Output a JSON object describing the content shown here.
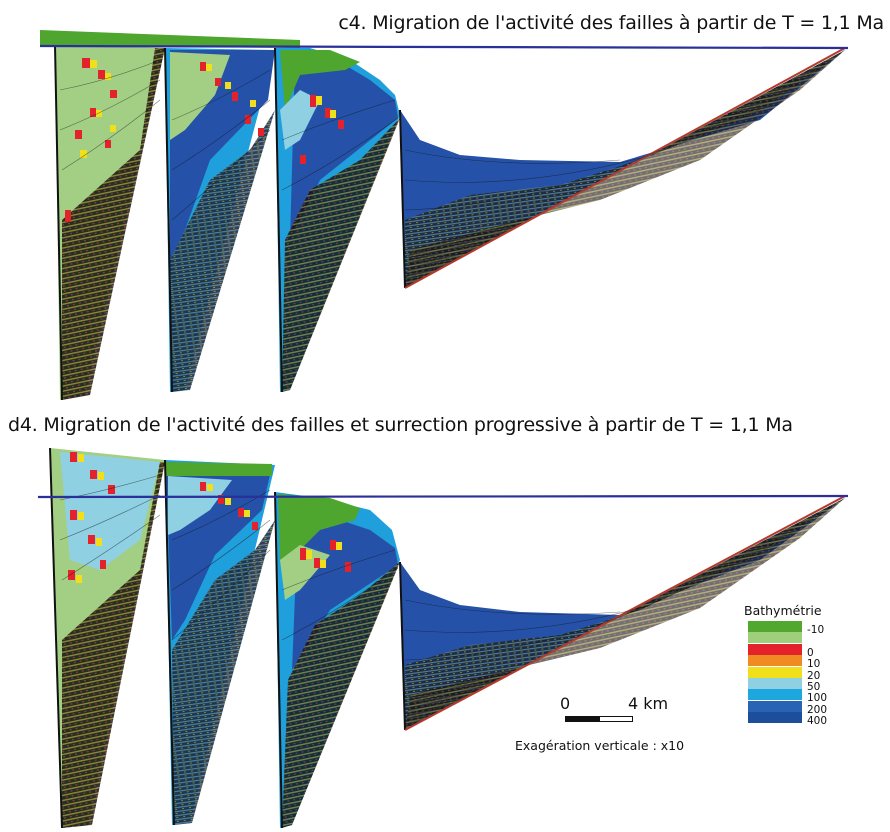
{
  "panels": [
    {
      "id": "c4",
      "title": "c4. Migration de l'activité des failles à partir de  T = 1,1 Ma"
    },
    {
      "id": "d4",
      "title": "d4. Migration de l'activité des failles et surrection progressive à partir de  T = 1,1 Ma"
    }
  ],
  "legend": {
    "title": "Bathymétrie",
    "items": [
      {
        "label": "-10",
        "color": "#52a82e"
      },
      {
        "label": "",
        "color": "#9fcf7b"
      },
      {
        "label": "0",
        "color": "#e4222b"
      },
      {
        "label": "10",
        "color": "#ef8b22"
      },
      {
        "label": "20",
        "color": "#f1df1b"
      },
      {
        "label": "50",
        "color": "#8fd0e3"
      },
      {
        "label": "100",
        "color": "#1ea6de"
      },
      {
        "label": "200",
        "color": "#2964b4"
      },
      {
        "label": "400",
        "color": "#1d4e9c"
      }
    ]
  },
  "scale_bar": {
    "start": "0",
    "end": "4 km"
  },
  "vertical_exaggeration": "Exagération verticale : x10",
  "colors": {
    "sea_level": "#2a2f9a",
    "basement": "#b43a2c",
    "light_green": "#a3cf85",
    "dark_green": "#4ea62f",
    "dark_blue": "#2552a8",
    "mid_blue": "#1f9fdb",
    "light_blue": "#8fd0e3"
  }
}
